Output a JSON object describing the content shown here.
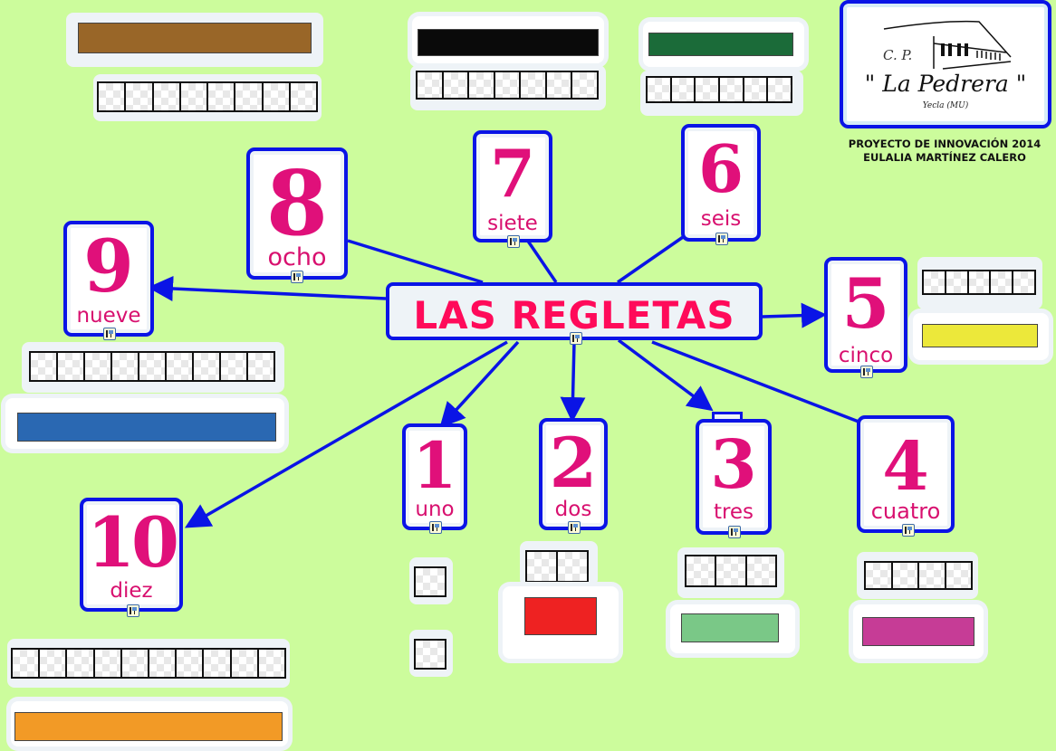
{
  "diagram": {
    "title": "LAS REGLETAS",
    "background": "#ccfc9c",
    "accent_border": "#0a14e6",
    "number_color": "#e0107a",
    "title_color": "#ff0a5a"
  },
  "logo": {
    "school_prefix": "C. P.",
    "school_name": "\" La Pedrera \"",
    "location": "Yecla (MU)"
  },
  "credits": {
    "line1": "PROYECTO DE INNOVACIÓN 2014",
    "line2": "EULALIA MARTÍNEZ CALERO"
  },
  "nodes": [
    {
      "number": "1",
      "word": "uno",
      "rod_color": "#ffffff",
      "cells": 1
    },
    {
      "number": "2",
      "word": "dos",
      "rod_color": "#ee2222",
      "cells": 2
    },
    {
      "number": "3",
      "word": "tres",
      "rod_color": "#7ac887",
      "cells": 3
    },
    {
      "number": "4",
      "word": "cuatro",
      "rod_color": "#c63c96",
      "cells": 4
    },
    {
      "number": "5",
      "word": "cinco",
      "rod_color": "#ece83a",
      "cells": 5
    },
    {
      "number": "6",
      "word": "seis",
      "rod_color": "#1b6b39",
      "cells": 6
    },
    {
      "number": "7",
      "word": "siete",
      "rod_color": "#0a0a0a",
      "cells": 7
    },
    {
      "number": "8",
      "word": "ocho",
      "rod_color": "#996628",
      "cells": 8
    },
    {
      "number": "9",
      "word": "nueve",
      "rod_color": "#2a68b2",
      "cells": 9
    },
    {
      "number": "10",
      "word": "diez",
      "rod_color": "#f29a26",
      "cells": 10
    }
  ]
}
